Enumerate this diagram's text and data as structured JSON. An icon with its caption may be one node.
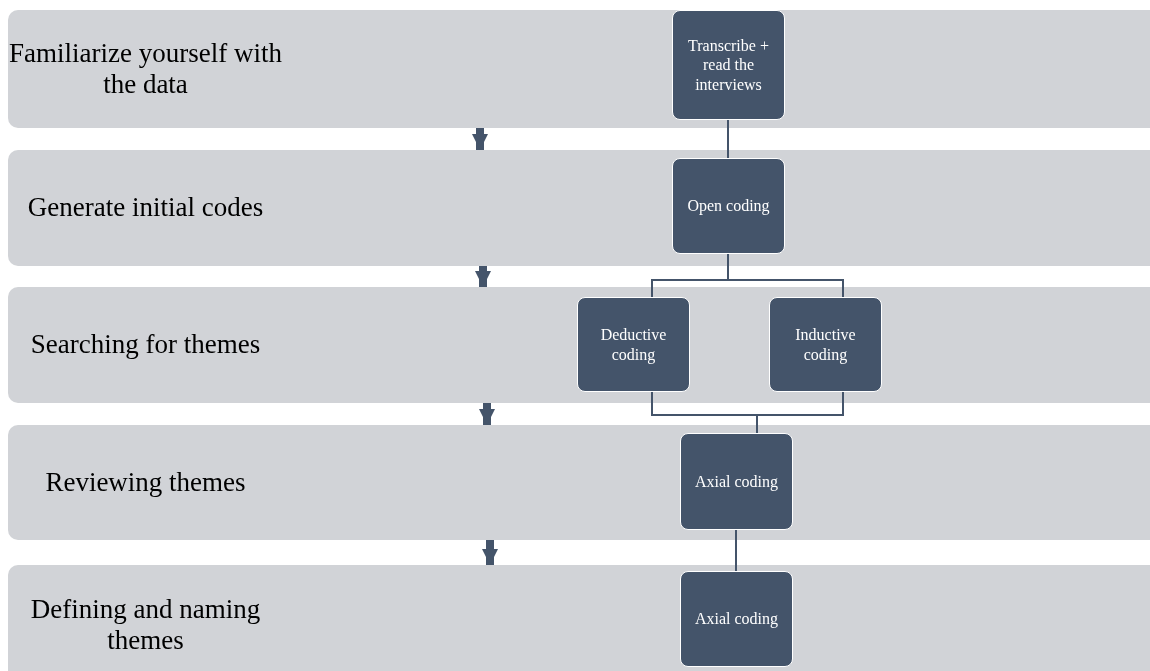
{
  "diagram": {
    "nodes": [
      {
        "text": [
          "Familiarize yourself with the data"
        ]
      },
      {
        "text": [
          "Transcribe + read the interviews"
        ],
        "in": 0
      },
      {
        "text": [
          "Generate initial codes"
        ]
      },
      {
        "text": [
          "Open coding"
        ],
        "in": 2
      },
      {
        "text": [
          "Searching for themes"
        ]
      },
      {
        "text": [
          "Deductive coding"
        ],
        "in": 4
      },
      {
        "text": [
          "Inductive coding"
        ],
        "in": 4
      },
      {
        "text": [
          "Reviewing themes"
        ]
      },
      {
        "text": [
          "Axial coding"
        ],
        "in": 7
      },
      {
        "text": [
          "Defining and naming themes"
        ]
      },
      {
        "text": [
          "Axial coding"
        ],
        "in": 9
      }
    ],
    "edges": [
      {
        "from": 0,
        "to": 2,
        "arrow": "to",
        "style": "thick"
      },
      {
        "from": 2,
        "to": 4,
        "arrow": "to",
        "style": "thick"
      },
      {
        "from": 4,
        "to": 7,
        "arrow": "to",
        "style": "thick"
      },
      {
        "from": 7,
        "to": 9,
        "arrow": "to",
        "style": "thick"
      },
      {
        "from": 1,
        "to": 3,
        "arrow": "none"
      },
      {
        "from": 3,
        "to": 5,
        "arrow": "none"
      },
      {
        "from": 3,
        "to": 6,
        "arrow": "none"
      },
      {
        "from": 5,
        "to": 8,
        "arrow": "none"
      },
      {
        "from": 6,
        "to": 8,
        "arrow": "none"
      },
      {
        "from": 8,
        "to": 10,
        "arrow": "none"
      }
    ]
  }
}
